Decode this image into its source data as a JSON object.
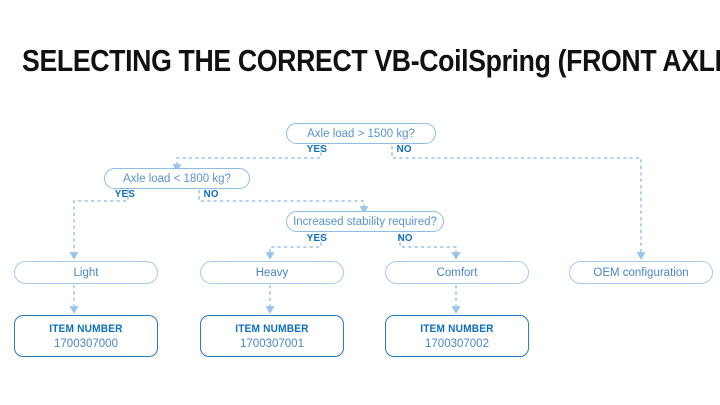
{
  "page": {
    "title": "SELECTING THE CORRECT VB-CoilSpring (FRONT AXLE)",
    "background_color": "#ffffff",
    "accent_color": "#0e6fc0",
    "line_color": "#9cc4e8",
    "node_text_color": "#4a87c8"
  },
  "flowchart": {
    "type": "decision-tree",
    "decisions": [
      {
        "id": "d1",
        "label": "Axle load > 1500 kg?",
        "yes_label": "YES",
        "no_label": "NO"
      },
      {
        "id": "d2",
        "label": "Axle load < 1800 kg?",
        "yes_label": "YES",
        "no_label": "NO"
      },
      {
        "id": "d3",
        "label": "Increased stability required?",
        "yes_label": "YES",
        "no_label": "NO"
      }
    ],
    "outcomes": [
      {
        "id": "o1",
        "label": "Light"
      },
      {
        "id": "o2",
        "label": "Heavy"
      },
      {
        "id": "o3",
        "label": "Comfort"
      },
      {
        "id": "o4",
        "label": "OEM configuration"
      }
    ],
    "items": [
      {
        "id": "i1",
        "heading": "ITEM NUMBER",
        "number": "1700307000"
      },
      {
        "id": "i2",
        "heading": "ITEM NUMBER",
        "number": "1700307001"
      },
      {
        "id": "i3",
        "heading": "ITEM NUMBER",
        "number": "1700307002"
      }
    ]
  }
}
